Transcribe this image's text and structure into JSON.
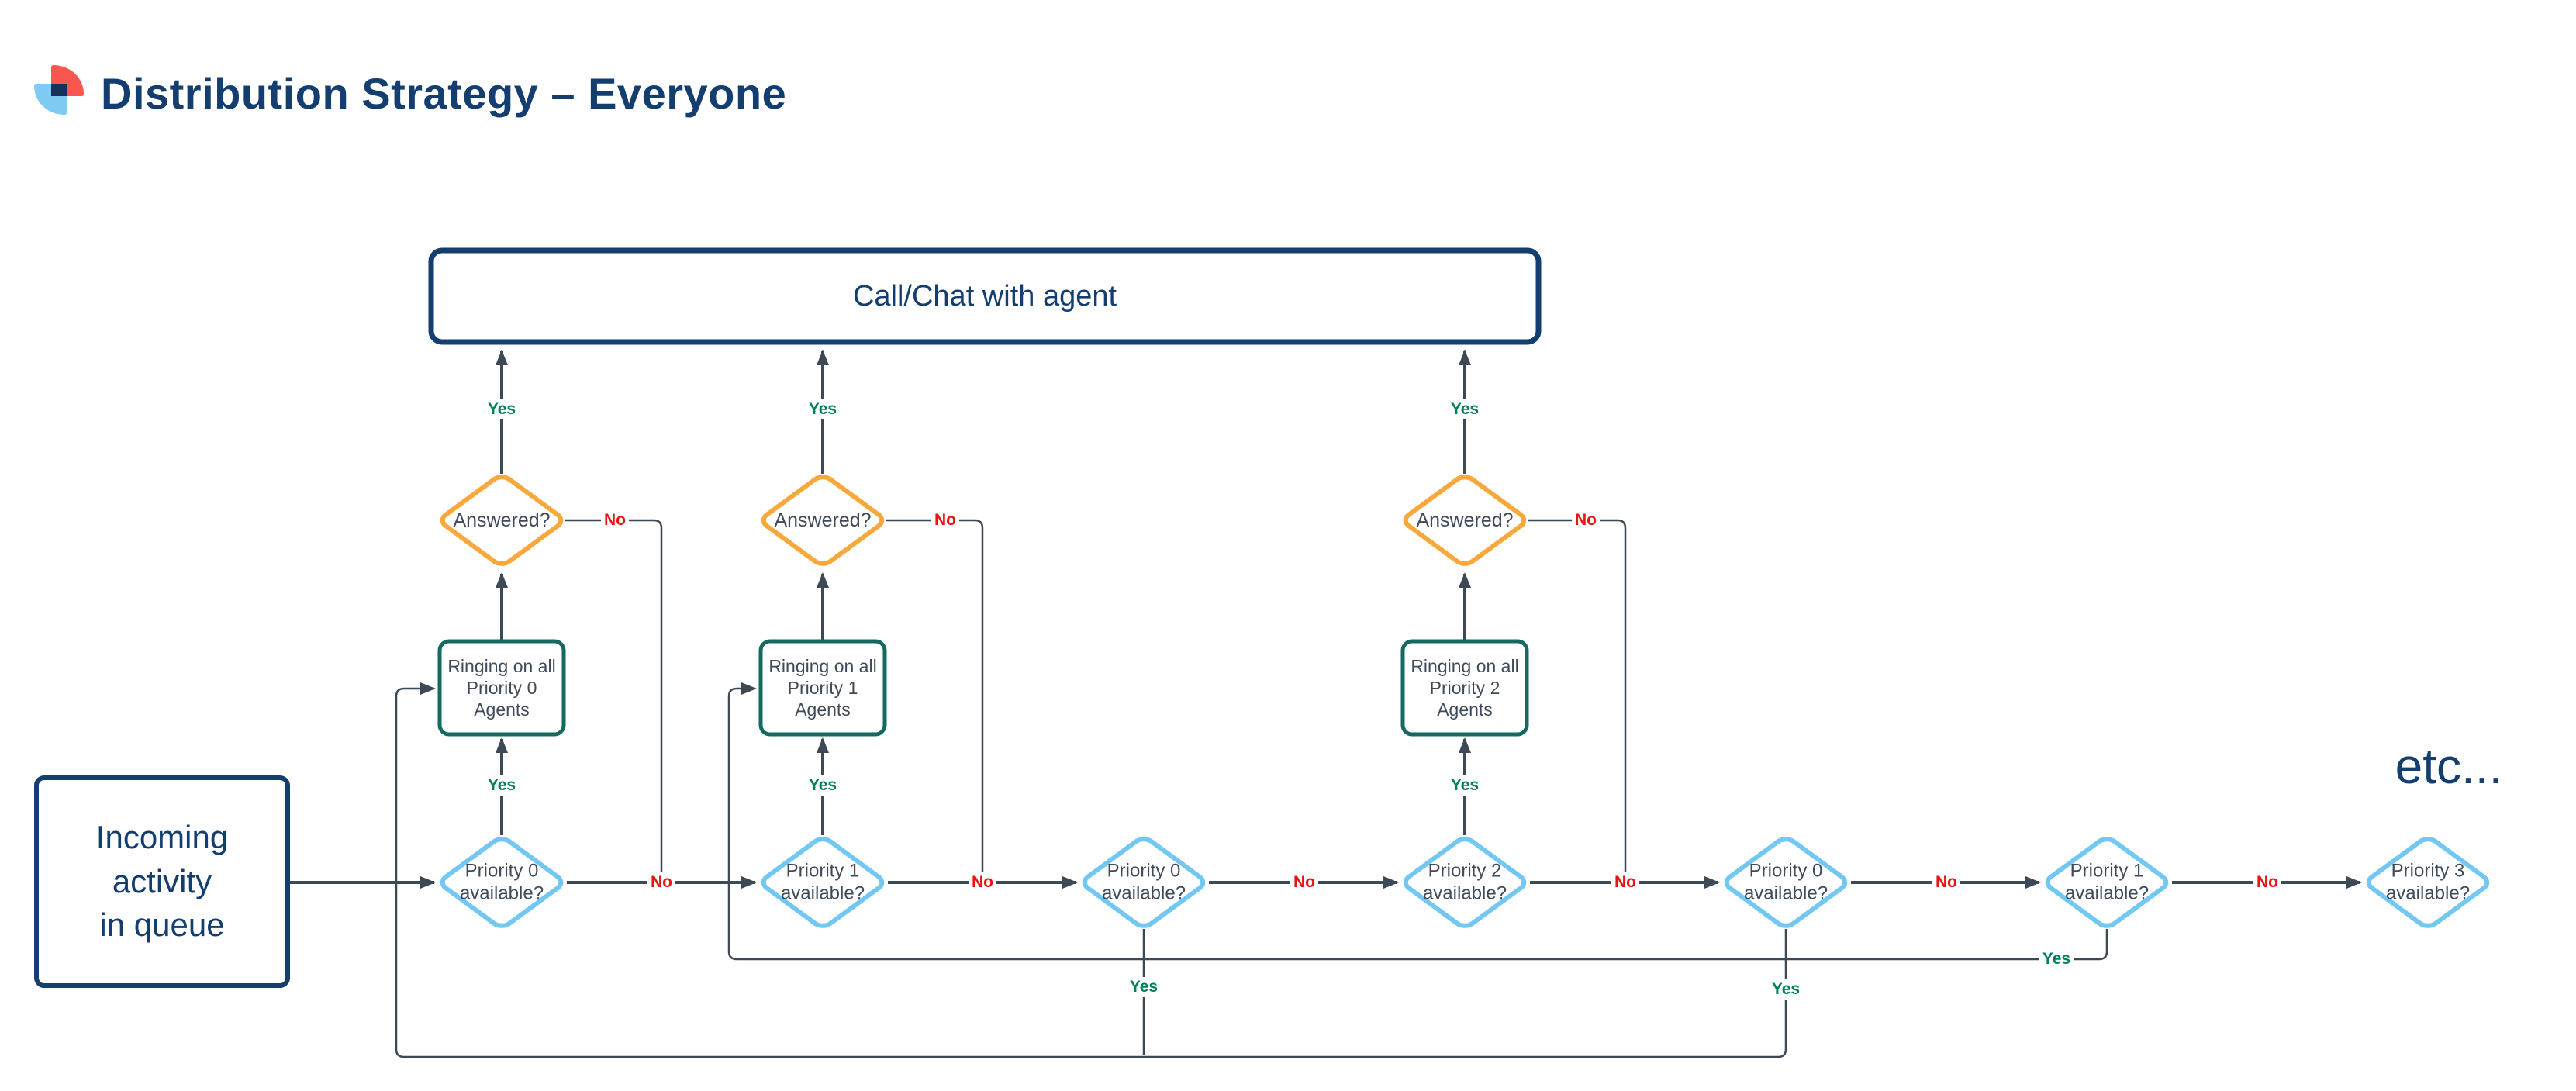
{
  "header": {
    "title": "Distribution Strategy – Everyone",
    "logo": {
      "icon": "quarter-circles-logo-icon",
      "colors": {
        "coral": "#F8564F",
        "light_blue": "#7ECBF4",
        "navy": "#16305E"
      }
    }
  },
  "diagram": {
    "terminal": {
      "label": "Call/Chat with agent"
    },
    "start": {
      "label": "Incoming\nactivity\nin queue"
    },
    "answered_nodes": [
      {
        "label": "Answered?"
      },
      {
        "label": "Answered?"
      },
      {
        "label": "Answered?"
      }
    ],
    "ringing_nodes": [
      {
        "label": "Ringing on all\nPriority 0\nAgents"
      },
      {
        "label": "Ringing on all\nPriority 1\nAgents"
      },
      {
        "label": "Ringing on all\nPriority 2\nAgents"
      }
    ],
    "priority_nodes": [
      {
        "label": "Priority 0\navailable?"
      },
      {
        "label": "Priority 1\navailable?"
      },
      {
        "label": "Priority 0\navailable?"
      },
      {
        "label": "Priority 2\navailable?"
      },
      {
        "label": "Priority 0\navailable?"
      },
      {
        "label": "Priority 1\navailable?"
      },
      {
        "label": "Priority 3\navailable?"
      }
    ],
    "etc_label": "etc...",
    "edge_labels": {
      "yes": "Yes",
      "no": "No"
    },
    "colors": {
      "navy_border": "#133E6F",
      "orange_border": "#F9A83C",
      "teal_border": "#15695F",
      "light_blue_border": "#72C7F3",
      "connector": "#3E4956",
      "yes_green": "#007F5C",
      "no_red": "#EC1313",
      "node_text": "#404B59"
    }
  }
}
